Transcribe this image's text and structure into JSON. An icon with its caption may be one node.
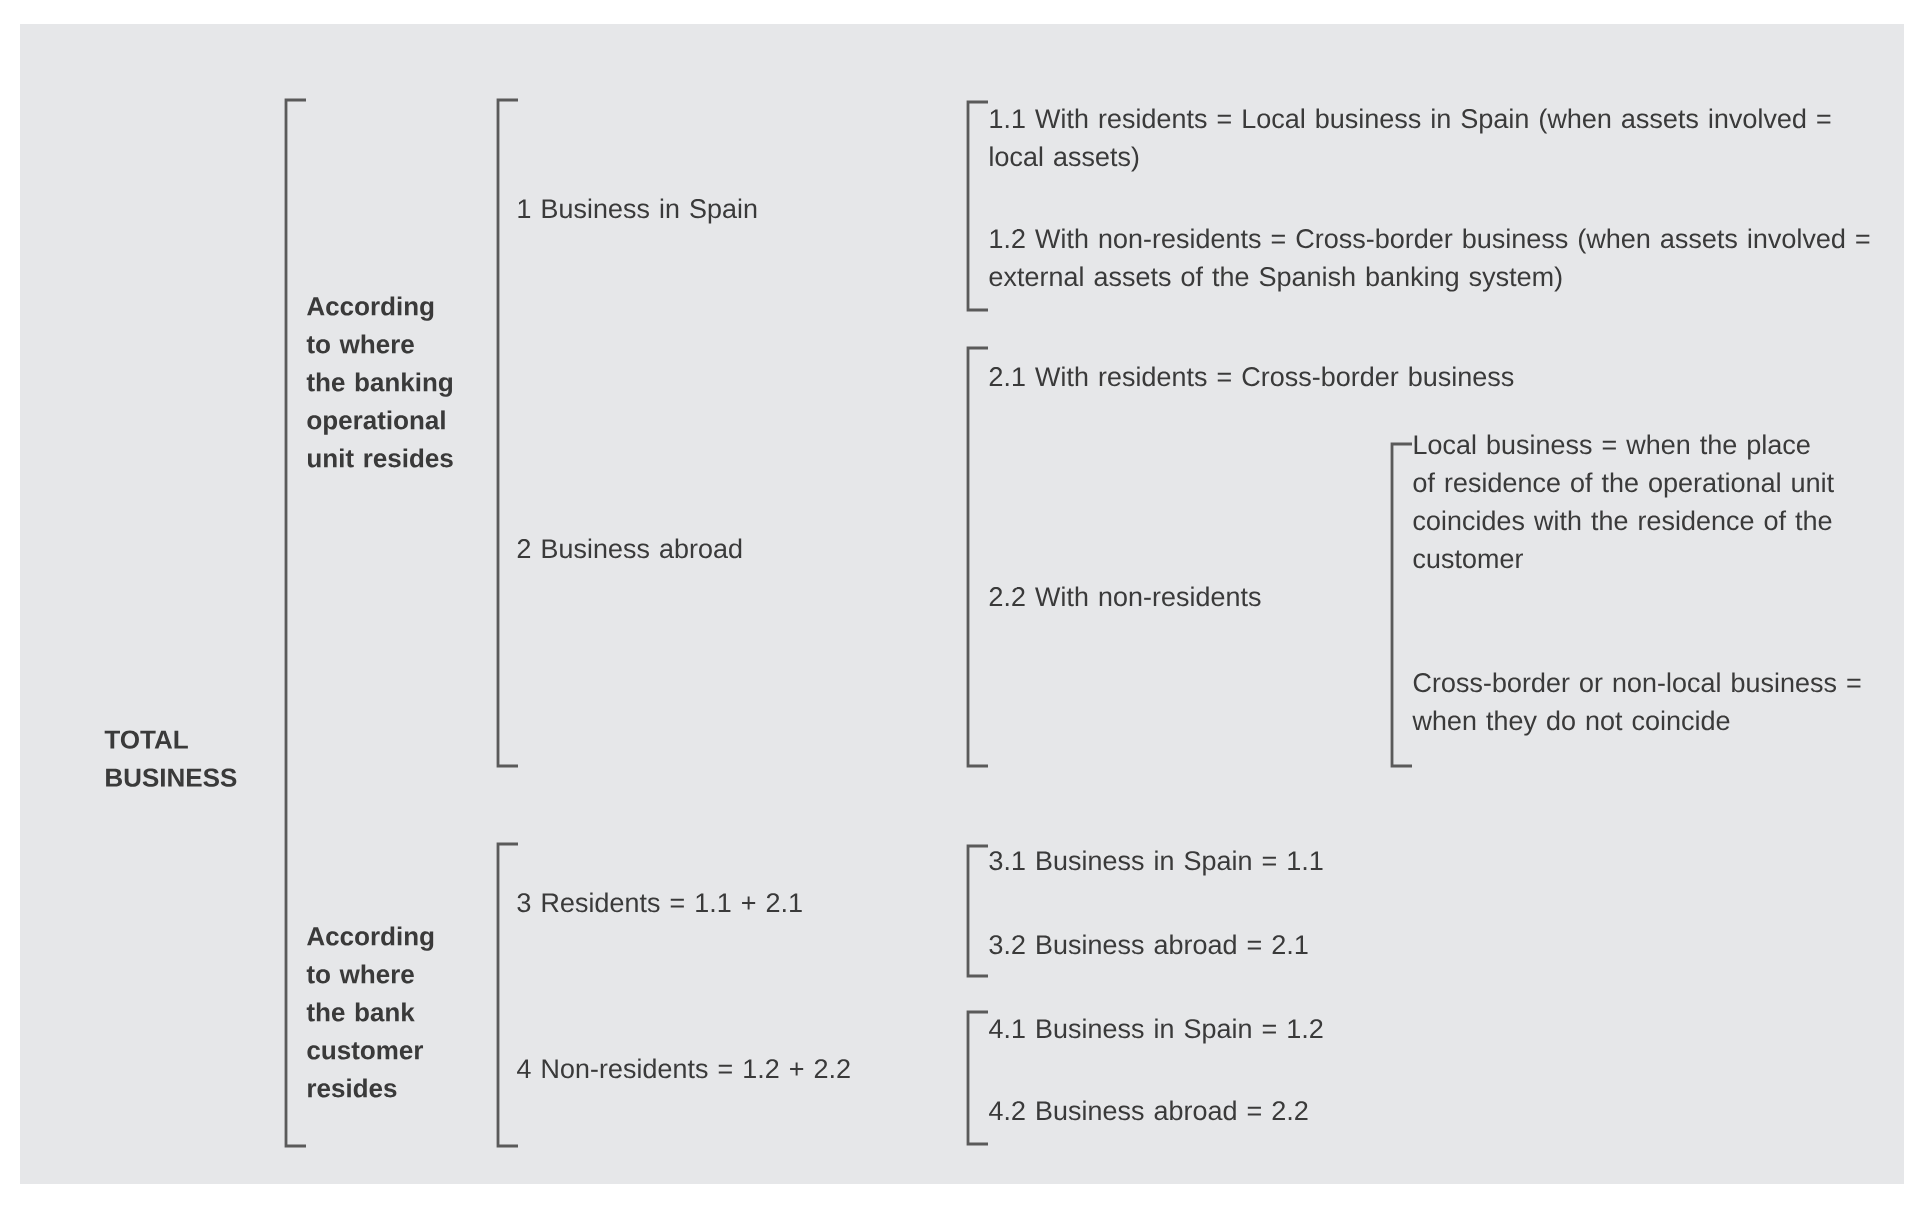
{
  "diagram": {
    "labels": [
      "TOTAL BUSINESS",
      "According to where the banking operational unit resides",
      "1 Business in Spain",
      "2 Business abroad",
      "1.1 With residents = Local business in Spain (when assets involved = local assets)",
      "1.2 With non-residents = Cross-border business (when assets involved = external assets of the Spanish banking system)",
      "2.1 With residents = Cross-border business",
      "2.2 With non-residents",
      "Local business = when the place of residence of the operational unit coincides with the residence of the customer",
      "Cross-border or non-local business = when they do not coincide",
      "According to where the bank customer resides",
      "3 Residents = 1.1 + 2.1",
      "4 Non-residents = 1.2 + 2.2",
      "3.1 Business in Spain = 1.1",
      "3.2 Business abroad = 2.1",
      "4.1 Business in Spain = 1.2",
      "4.2 Business abroad = 2.2"
    ]
  }
}
